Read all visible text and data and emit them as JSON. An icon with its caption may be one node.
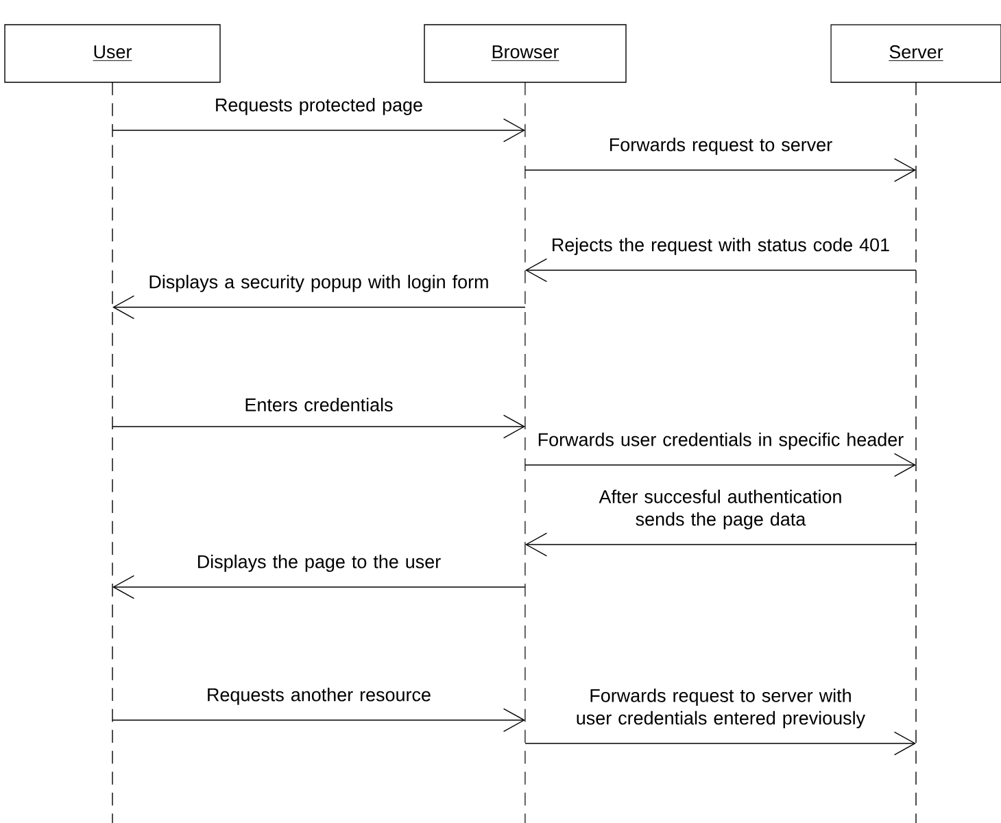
{
  "diagram": {
    "nodes": [
      {
        "text": [
          "User"
        ]
      },
      {
        "text": [
          "Browser"
        ]
      },
      {
        "text": [
          "Server"
        ]
      }
    ],
    "edges": [
      {
        "from": 0,
        "to": 1,
        "arrow": "to",
        "label": "Requests protected page"
      },
      {
        "from": 1,
        "to": 2,
        "arrow": "to",
        "label": "Forwards request to server"
      },
      {
        "from": 2,
        "to": 1,
        "arrow": "to",
        "label": "Rejects the request with status code 401"
      },
      {
        "from": 1,
        "to": 0,
        "arrow": "to",
        "label": "Displays a security popup with login form"
      },
      {
        "from": 0,
        "to": 1,
        "arrow": "to",
        "label": "Enters credentials"
      },
      {
        "from": 1,
        "to": 2,
        "arrow": "to",
        "label": "Forwards user credentials in specific header"
      },
      {
        "from": 2,
        "to": 1,
        "arrow": "to",
        "label": "After succesful authentication sends the page data"
      },
      {
        "from": 1,
        "to": 0,
        "arrow": "to",
        "label": "Displays the page to the user"
      },
      {
        "from": 0,
        "to": 1,
        "arrow": "to",
        "label": "Requests another resource"
      },
      {
        "from": 1,
        "to": 2,
        "arrow": "to",
        "label": "Forwards request to server with user credentials entered previously"
      }
    ]
  }
}
